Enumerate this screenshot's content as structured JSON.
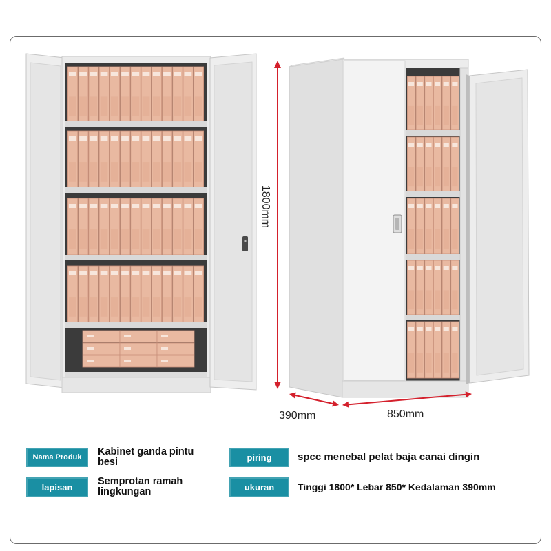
{
  "dimensions": {
    "height": "1800mm",
    "depth": "390mm",
    "width": "850mm"
  },
  "specs": [
    {
      "label": "Nama Produk",
      "value": "Kabinet ganda pintu besi"
    },
    {
      "label": "piring",
      "value": "spcc menebal pelat baja canai dingin"
    },
    {
      "label": "lapisan",
      "value": "Semprotan ramah lingkungan"
    },
    {
      "label": "ukuran",
      "value": "Tinggi 1800* Lebar 850* Kedalaman 390mm"
    }
  ],
  "colors": {
    "label_bg": "#1a8fa3",
    "dimension_line": "#d4202c",
    "binder": "#e9b9a1",
    "interior": "#3b3b3b"
  }
}
